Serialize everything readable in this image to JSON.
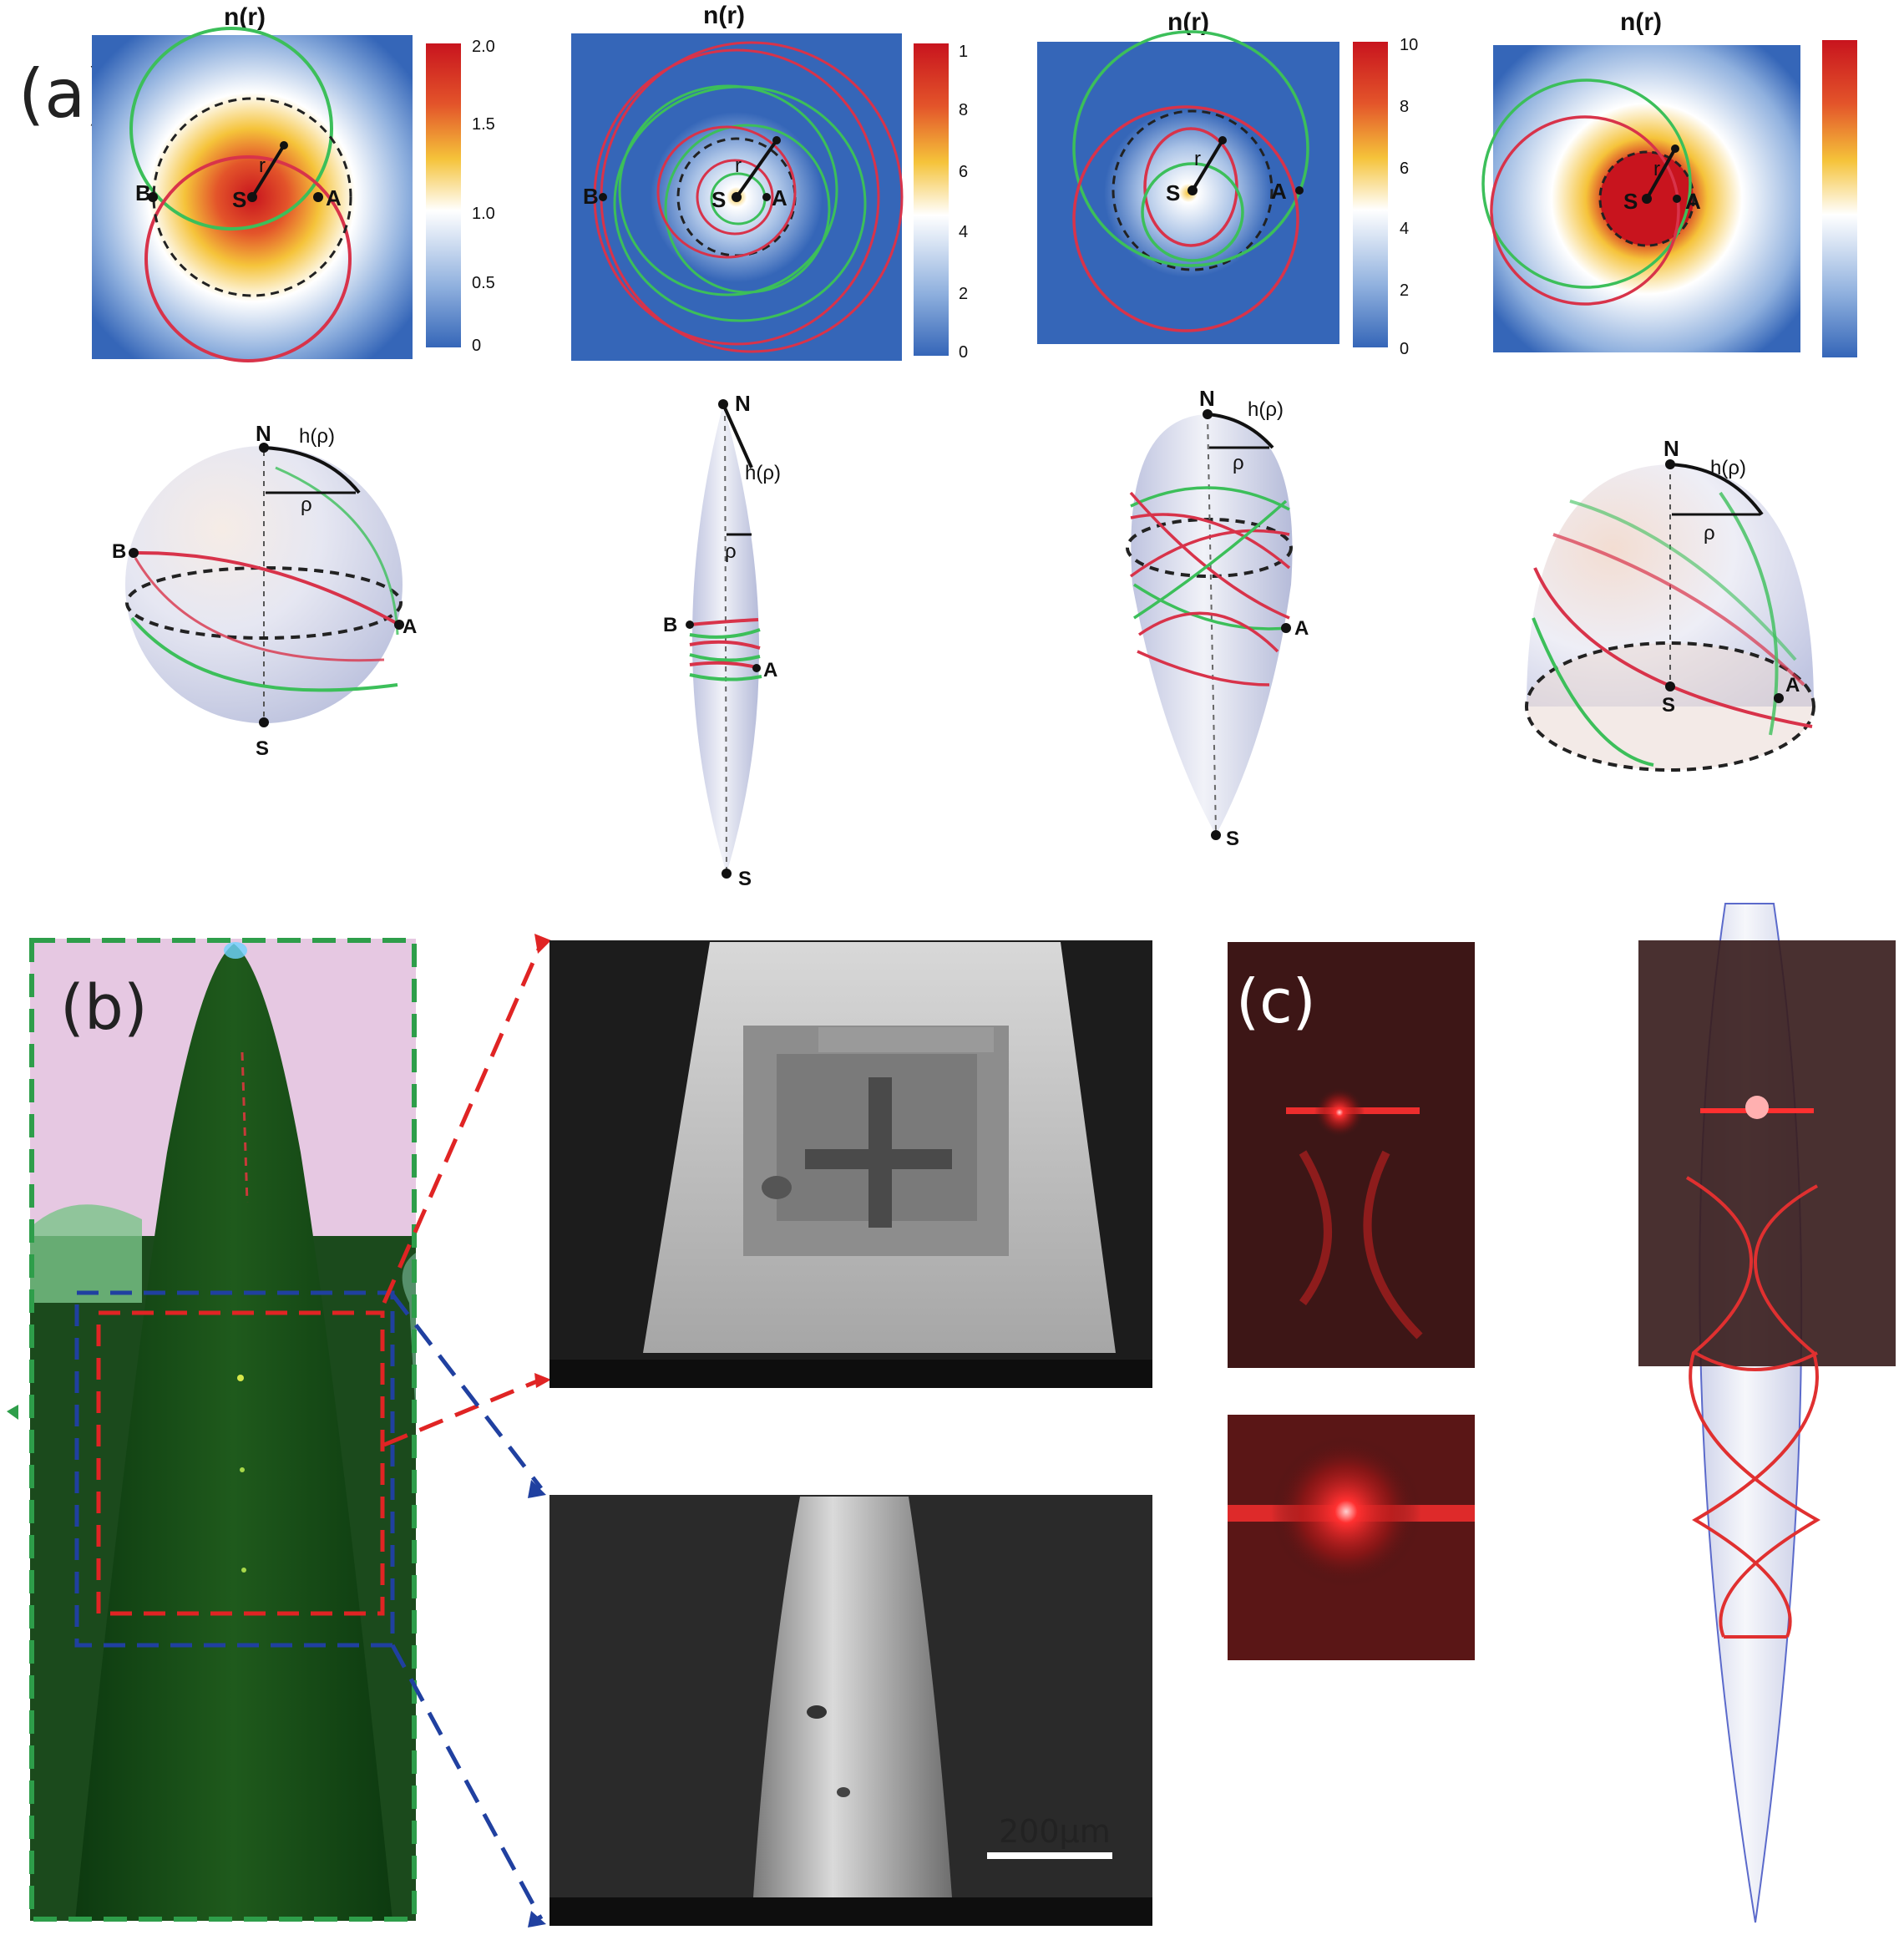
{
  "panel_labels": {
    "a": "(a)",
    "b": "(b)",
    "c": "(c)"
  },
  "map_title": "n(r)",
  "point_labels": {
    "s": "S",
    "a": "A",
    "b": "B",
    "n": "N",
    "r": "r",
    "h": "h(ρ)",
    "rho": "ρ"
  },
  "colorbars": [
    {
      "ticks": [
        "2.0",
        "1.5",
        "1.0",
        "0.5",
        "0"
      ]
    },
    {
      "ticks": [
        "1",
        "8",
        "6",
        "4",
        "2",
        "0"
      ]
    },
    {
      "ticks": [
        "10",
        "8",
        "6",
        "4",
        "2",
        "0"
      ]
    },
    {
      "ticks": []
    }
  ],
  "scale_bar": "200µm",
  "colors": {
    "ray_red": "#d8334a",
    "ray_green": "#3cbf5a",
    "field_blue": "#3566b8",
    "inset_box_green": "#2e9e4a",
    "inset_box_red": "#e02424",
    "inset_box_blue": "#2040a0",
    "laser_red": "#ff2a2a"
  }
}
